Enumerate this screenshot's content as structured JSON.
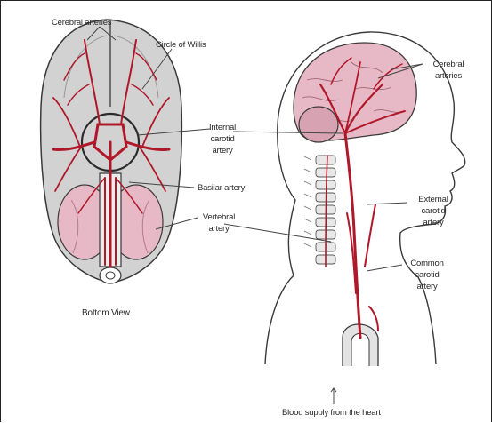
{
  "labels": {
    "cerebral_arteries_left": "Cerebral arteries",
    "circle_of_willis": "Circle of Willis",
    "internal_carotid": "Internal\ncarotid\nartery",
    "basilar": "Basilar artery",
    "vertebral": "Vertebral\nartery",
    "bottom_view": "Bottom View",
    "cerebral_arteries_right": "Cerebral\narteries",
    "external_carotid": "External\ncarotid\nartery",
    "common_carotid": "Common\ncarotid\nartery",
    "blood_supply": "Blood supply from the heart"
  },
  "colors": {
    "artery": "#b0182a",
    "brain_tissue": "#e7b9c6",
    "skull_gray": "#c9c9c9",
    "outline": "#3a3a3a",
    "leader": "#444444"
  }
}
